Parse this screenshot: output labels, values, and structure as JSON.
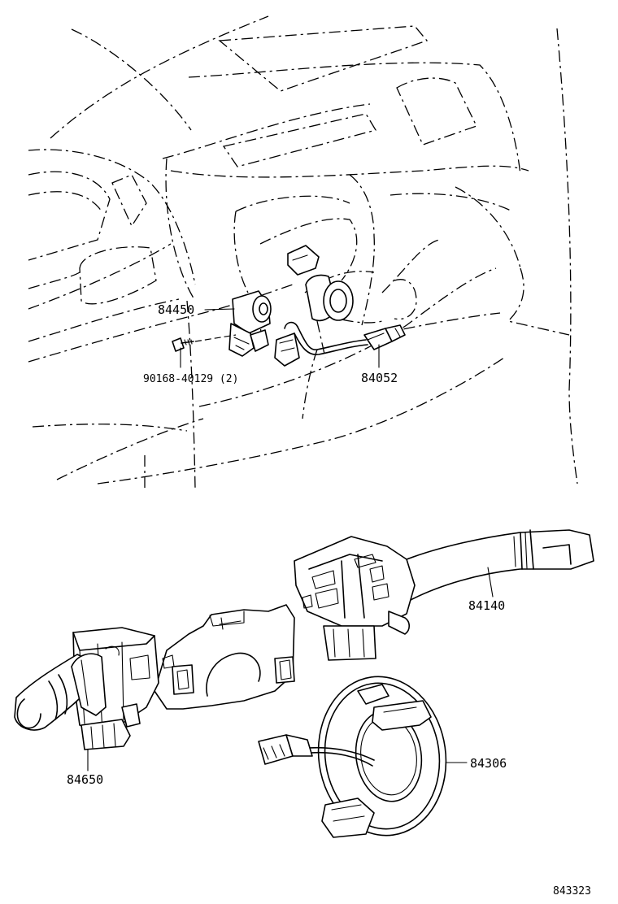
{
  "diagram": {
    "parts": {
      "p84450": "84450",
      "p90168": "90168-40129 (2)",
      "p84052": "84052",
      "p84140": "84140",
      "p84650": "84650",
      "p84306": "84306"
    },
    "diagram_id": "843323"
  }
}
